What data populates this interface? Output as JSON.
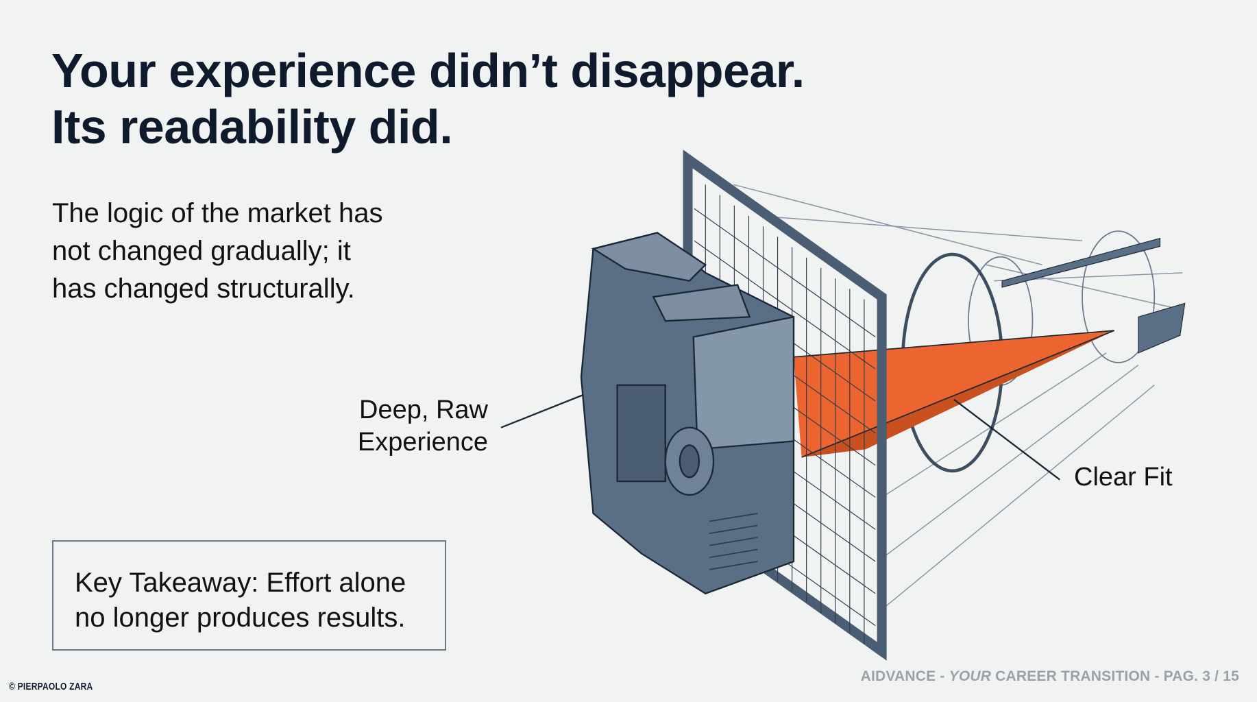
{
  "title": {
    "line1": "Your experience didn’t disappear.",
    "line2": "Its readability did."
  },
  "body": {
    "line1": "The logic of the market has",
    "line2": "not changed gradually; it",
    "line3": "has changed structurally."
  },
  "illustration": {
    "label_input_line1": "Deep, Raw",
    "label_input_line2": "Experience",
    "label_output": "Clear Fit",
    "colors": {
      "block": "#5a6f86",
      "frame": "#4a5d73",
      "cone": "#ec6430",
      "outline": "#1d2836"
    }
  },
  "takeaway": {
    "line1": "Key Takeaway: Effort alone",
    "line2": "no longer produces results."
  },
  "footer": {
    "brand": "AIDVANCE - ",
    "italic": "YOUR",
    "rest": " CAREER TRANSITION - PAG. 3 / 15"
  },
  "copyright": "© PIERPAOLO ZARA"
}
